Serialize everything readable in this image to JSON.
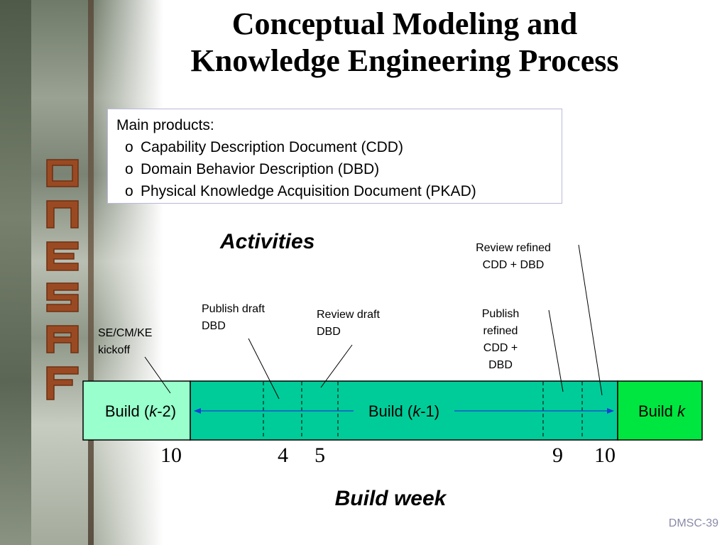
{
  "slide": {
    "title_line1": "Conceptual Modeling and",
    "title_line2": "Knowledge Engineering Process",
    "footer": "DMSC-39"
  },
  "products": {
    "heading": "Main products:",
    "bullet": "o",
    "items": [
      "Capability Description Document (CDD)",
      "Domain Behavior Description (DBD)",
      "Physical Knowledge Acquisition Document (PKAD)"
    ]
  },
  "diagram": {
    "activities_label": "Activities",
    "axis_label": "Build week",
    "builds": {
      "prev": {
        "prefix": "Build (",
        "var": "k",
        "suffix": "-2)"
      },
      "current": {
        "prefix": "Build (",
        "var": "k",
        "suffix": "-1)"
      },
      "next": {
        "prefix": "Build ",
        "var": "k",
        "suffix": ""
      }
    },
    "colors": {
      "prev_fill": "#99ffcc",
      "current_fill": "#00cc99",
      "next_fill": "#00e640",
      "arrow": "#1a3fd6"
    },
    "activities": {
      "kickoff": {
        "line1": "SE/CM/KE",
        "line2": "kickoff"
      },
      "publish_draft": {
        "line1": "Publish draft",
        "line2": "DBD"
      },
      "review_draft": {
        "line1": "Review draft",
        "line2": "DBD"
      },
      "publish_refined": {
        "line1": "Publish",
        "line2": "refined",
        "line3": "CDD +",
        "line4": "DBD"
      },
      "review_refined": {
        "line1": "Review refined",
        "line2": "CDD + DBD"
      }
    },
    "weeks": [
      "10",
      "4",
      "5",
      "9",
      "10"
    ]
  }
}
